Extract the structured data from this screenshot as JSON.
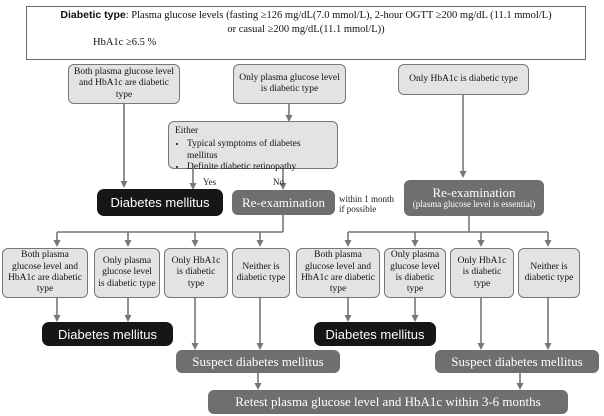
{
  "header": {
    "label": "Diabetic type",
    "line1": ": Plasma glucose levels (fasting ≥126 mg/dL(7.0 mmol/L), 2-hour OGTT ≥200 mg/dL (11.1 mmol/L)",
    "line2": "or casual ≥200 mg/dL(11.1 mmol/L))",
    "line3": "HbA1c ≥6.5 %"
  },
  "top": {
    "both": "Both plasma glucose level and HbA1c are diabetic type",
    "glucose_only": "Only plasma glucose level is diabetic type",
    "hba1c_only": "Only HbA1c is diabetic type"
  },
  "either": {
    "title": "Either",
    "bullets": [
      "Typical symptoms of diabetes mellitus",
      "Definite diabetic retinopathy"
    ]
  },
  "labels": {
    "yes": "Yes",
    "no": "No",
    "within_month": "within 1 month\nif possible"
  },
  "outcomes": {
    "diabetes_mellitus": "Diabetes mellitus",
    "reexamination": "Re-examination",
    "reexamination_note": "(plasma glucose level is essential)",
    "suspect": "Suspect diabetes mellitus",
    "retest": "Retest plasma glucose level and HbA1c within 3-6 months"
  },
  "row2": {
    "both": "Both plasma glucose level and HbA1c are diabetic type",
    "glucose_only": "Only plasma glucose level is diabetic type",
    "hba1c_only": "Only HbA1c is diabetic type",
    "neither": "Neither is diabetic type"
  },
  "colors": {
    "light_fill": "#e3e3e3",
    "dark_fill": "#161616",
    "mid_fill": "#6f6f6f",
    "arrow": "#777777"
  }
}
